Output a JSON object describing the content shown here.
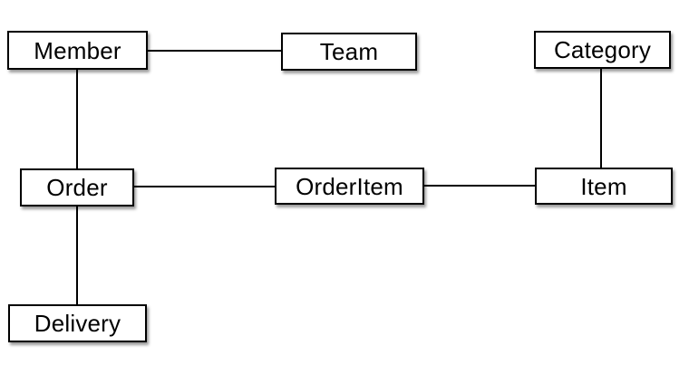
{
  "diagram": {
    "type": "entity-relationship",
    "background_color": "#ffffff",
    "box_fill_color": "#ffffff",
    "box_border_color": "#000000",
    "line_color": "#000000",
    "text_color": "#000000",
    "entities": [
      {
        "id": "member",
        "label": "Member"
      },
      {
        "id": "team",
        "label": "Team"
      },
      {
        "id": "category",
        "label": "Category"
      },
      {
        "id": "order",
        "label": "Order"
      },
      {
        "id": "orderitem",
        "label": "OrderItem"
      },
      {
        "id": "item",
        "label": "Item"
      },
      {
        "id": "delivery",
        "label": "Delivery"
      }
    ],
    "relationships": [
      {
        "from": "Member",
        "to": "Team"
      },
      {
        "from": "Member",
        "to": "Order"
      },
      {
        "from": "Order",
        "to": "OrderItem"
      },
      {
        "from": "OrderItem",
        "to": "Item"
      },
      {
        "from": "Category",
        "to": "Item"
      },
      {
        "from": "Order",
        "to": "Delivery"
      }
    ]
  }
}
